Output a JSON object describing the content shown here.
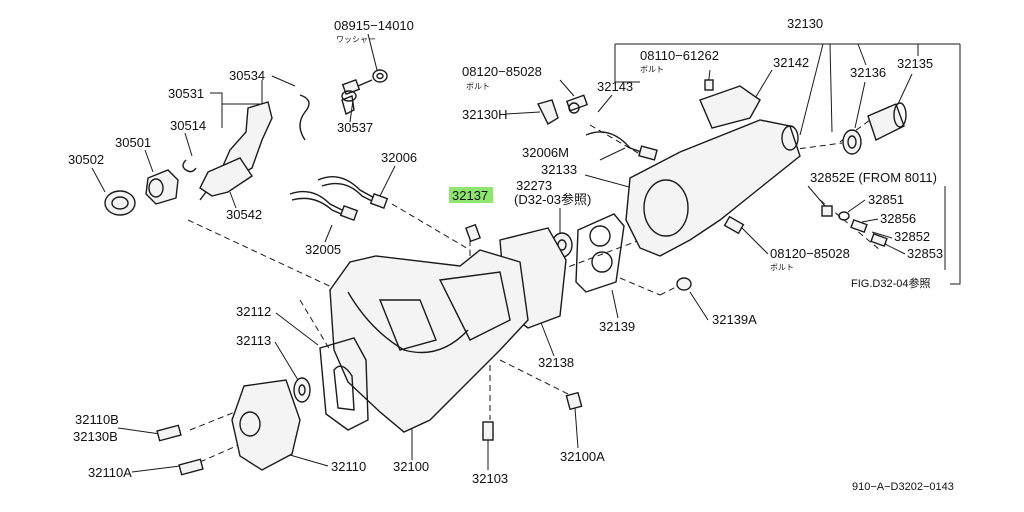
{
  "labels": {
    "p08915": "08915−14010",
    "p08915_sub": "ワッシャー",
    "p30534": "30534",
    "p30531": "30531",
    "p30514": "30514",
    "p30537": "30537",
    "p30501": "30501",
    "p30502": "30502",
    "p30542": "30542",
    "p32006": "32006",
    "p32005": "32005",
    "p08120a": "08120−85028",
    "p08120a_sub": "ボルト",
    "p32130H": "32130H",
    "p32143": "32143",
    "p08110": "08110−61262",
    "p08110_sub": "ボルト",
    "p32130": "32130",
    "p32142": "32142",
    "p32136": "32136",
    "p32135": "32135",
    "p32006M": "32006M",
    "p32133": "32133",
    "p32137": "32137",
    "p32273": "32273",
    "p32273_sub": "(D32-03参照)",
    "p32852E": "32852E (FROM  8011)",
    "p32851": "32851",
    "p32856": "32856",
    "p32852": "32852",
    "p32853": "32853",
    "p08120b": "08120−85028",
    "p08120b_sub": "ボルト",
    "figref": "FIG.D32-04参照",
    "p32112": "32112",
    "p32113": "32113",
    "p32139": "32139",
    "p32139A": "32139A",
    "p32138": "32138",
    "p32110B": "32110B",
    "p32130B": "32130B",
    "p32110A": "32110A",
    "p32110": "32110",
    "p32100": "32100",
    "p32103": "32103",
    "p32100A": "32100A",
    "code": "910−A−D3202−0143"
  },
  "highlight_color": "#8ee66f",
  "highlighted_part": "32137"
}
